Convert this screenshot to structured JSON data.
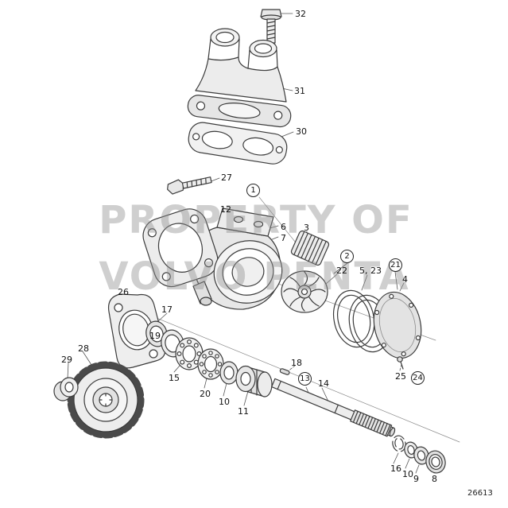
{
  "figure": {
    "drawing_number": "26613",
    "watermark": {
      "line1": "PROPERTY OF",
      "line2": "VOLVO PENTA"
    },
    "callouts": {
      "n32": "32",
      "n31": "31",
      "n30": "30",
      "n27": "27",
      "g1": "1",
      "n12": "12",
      "n6": "6",
      "n7": "7",
      "n3": "3",
      "g2": "2",
      "n22": "22",
      "n5_23": "5, 23",
      "g21": "21",
      "n4": "4",
      "n26": "26",
      "n17": "17",
      "n19": "19",
      "n15": "15",
      "n20": "20",
      "n10a": "10",
      "n11": "11",
      "n18": "18",
      "g13": "13",
      "n14": "14",
      "n25": "25",
      "g24": "24",
      "n28": "28",
      "n29": "29",
      "n16": "16",
      "n10b": "10",
      "n9": "9",
      "n8": "8"
    }
  }
}
